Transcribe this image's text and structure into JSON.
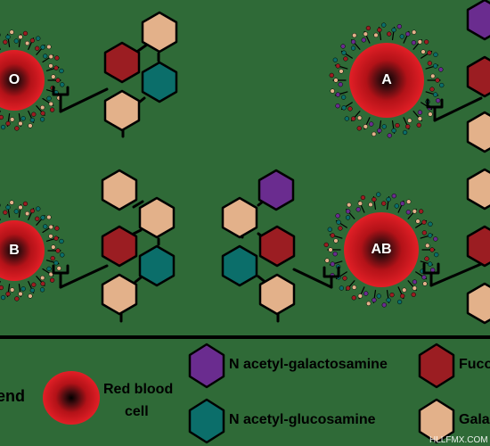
{
  "diagram": {
    "blood_types": [
      {
        "label": "O"
      },
      {
        "label": "A"
      },
      {
        "label": "B"
      },
      {
        "label": "AB"
      }
    ],
    "legend": {
      "title": "end",
      "red_blood_cell": [
        "Red blood",
        "cell"
      ],
      "n_acetyl_galactosamine": "N acetyl-galactosamine",
      "n_acetyl_glucosamine": "N acetyl-glucosamine",
      "fucose": "Fuco",
      "galactose": "Gala"
    },
    "watermark": "HLLFMX.COM",
    "colors": {
      "background": "#2f6a37",
      "galactose": "#e3b18a",
      "fucose": "#9b1d22",
      "n_acetyl_glucosamine": "#0b6e6a",
      "n_acetyl_galactosamine": "#6a2c8f",
      "cell": "#e21f26"
    },
    "icons": {
      "galactose": "beige-hexagon-icon",
      "fucose": "dark-red-hexagon-icon",
      "n_acetyl_glucosamine": "teal-hexagon-icon",
      "n_acetyl_galactosamine": "purple-hexagon-icon",
      "red_blood_cell": "red-cell-icon"
    }
  }
}
